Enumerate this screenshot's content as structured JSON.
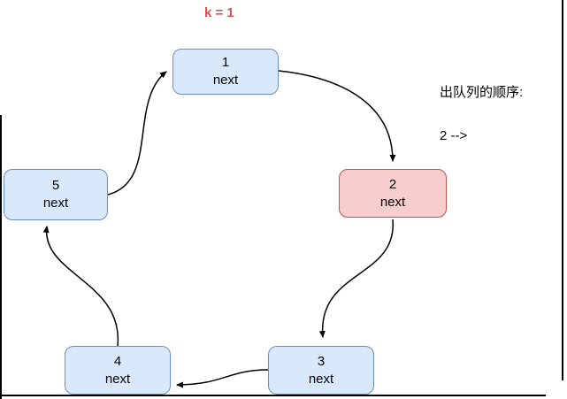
{
  "diagram": {
    "kind": "circular-linked-list",
    "k_label": "k = 1",
    "nodes": [
      {
        "value": "1",
        "next_label": "next",
        "highlighted": false
      },
      {
        "value": "2",
        "next_label": "next",
        "highlighted": true
      },
      {
        "value": "3",
        "next_label": "next",
        "highlighted": false
      },
      {
        "value": "4",
        "next_label": "next",
        "highlighted": false
      },
      {
        "value": "5",
        "next_label": "next",
        "highlighted": false
      }
    ],
    "edges": [
      "1->2",
      "2->3",
      "3->4",
      "4->5",
      "5->1"
    ]
  },
  "side_panel": {
    "heading": "出队列的顺序:",
    "sequence": "2 -->"
  },
  "colors": {
    "node_fill_blue": "#dae8fc",
    "node_border_blue": "#6c8ebf",
    "node_fill_red": "#f8cecc",
    "node_border_red": "#b85450",
    "k_label_color": "#e0504d",
    "edge_color": "#000000"
  }
}
